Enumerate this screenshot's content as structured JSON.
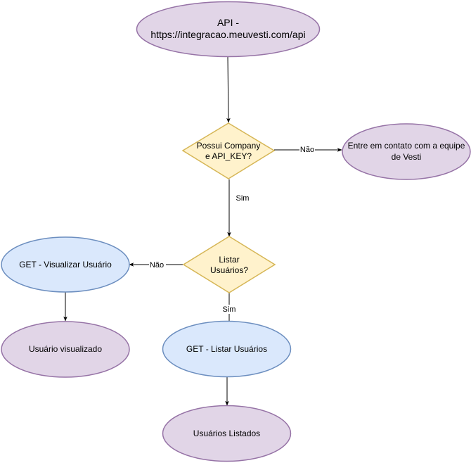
{
  "nodes": {
    "api": {
      "line1": "API -",
      "line2": "https://integracao.meuvesti.com/api"
    },
    "company_decision": {
      "line1": "Possui Company",
      "line2": "e API_KEY?"
    },
    "contact": {
      "line1": "Entre em contato com a equipe",
      "line2": "de Vesti"
    },
    "list_decision": {
      "line1": "Listar",
      "line2": "Usuários?"
    },
    "get_view": {
      "label": "GET - Visualizar Usuário"
    },
    "user_viewed": {
      "label": "Usuário visualizado"
    },
    "get_list": {
      "label": "GET - Listar Usuários"
    },
    "users_listed": {
      "label": "Usuários Listados"
    }
  },
  "edges": {
    "company_no": "Não",
    "company_yes": "Sim",
    "list_no": "Não",
    "list_yes": "Sim"
  },
  "colors": {
    "purple_fill": "#e1d5e7",
    "purple_stroke": "#9673a6",
    "yellow_fill": "#fff2cc",
    "yellow_stroke": "#d6b656",
    "blue_fill": "#dae8fc",
    "blue_stroke": "#6c8ebf"
  }
}
